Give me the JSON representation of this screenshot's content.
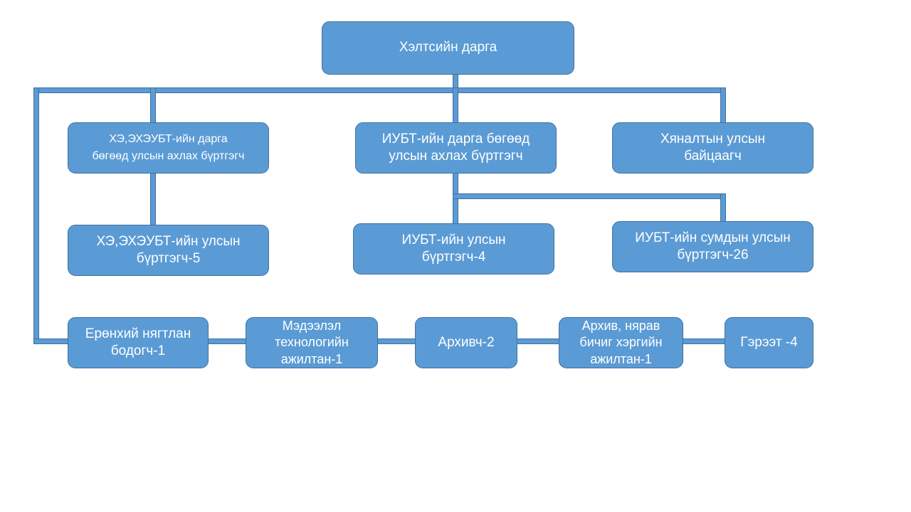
{
  "diagram": {
    "colors": {
      "box_fill": "#5b9bd5",
      "box_border": "#41719c",
      "text": "#ffffff",
      "connector": "#5b9bd5"
    },
    "nodes": {
      "head": "Хэлтсийн дарга",
      "left_manager": "ХЭ,ЭХЭУБТ-ийн дарга\nбөгөөд улсын ахлах бүртгэгч",
      "center_manager": "ИУБТ-ийн дарга бөгөөд\nулсын ахлах бүртгэгч",
      "inspector": "Хяналтын улсын\nбайцаагч",
      "left_registrar": "ХЭ,ЭХЭУБТ-ийн улсын\nбүртгэгч-5",
      "center_registrar": "ИУБТ-ийн улсын\nбүртгэгч-4",
      "soum_registrar": "ИУБТ-ийн сумдын улсын\nбүртгэгч-26",
      "accountant": "Ерөнхий нягтлан\nбодогч-1",
      "it_staff": "Мэдээлэл\nтехнологийн\nажилтан-1",
      "archivist": "Архивч-2",
      "archive_clerk": "Архив, нярав\nбичиг хэргийн\nажилтан-1",
      "contract": "Гэрээт -4"
    }
  }
}
